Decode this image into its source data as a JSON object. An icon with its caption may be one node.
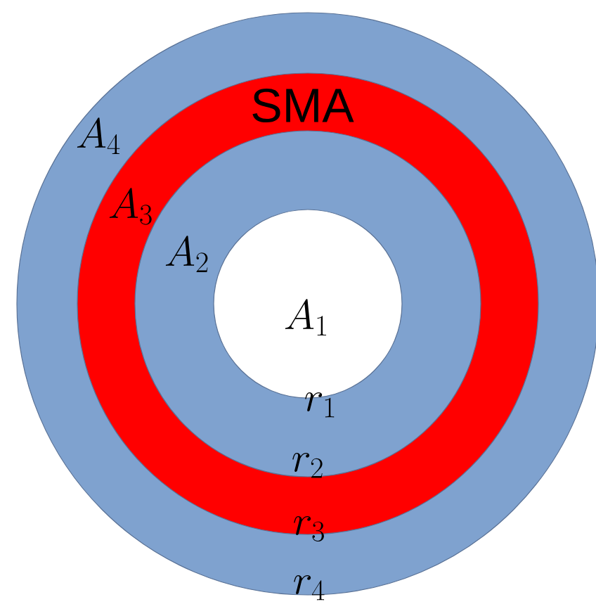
{
  "diagram": {
    "nodes": [
      {
        "text": [
          "A_4"
        ]
      },
      {
        "text": [
          "SMA",
          "A_3"
        ],
        "in": 0
      },
      {
        "text": [
          "A_2"
        ],
        "in": 1
      },
      {
        "text": [
          "A_1"
        ],
        "in": 2
      }
    ],
    "labels": [
      "r_1",
      "r_2",
      "r_3",
      "r_4"
    ]
  }
}
